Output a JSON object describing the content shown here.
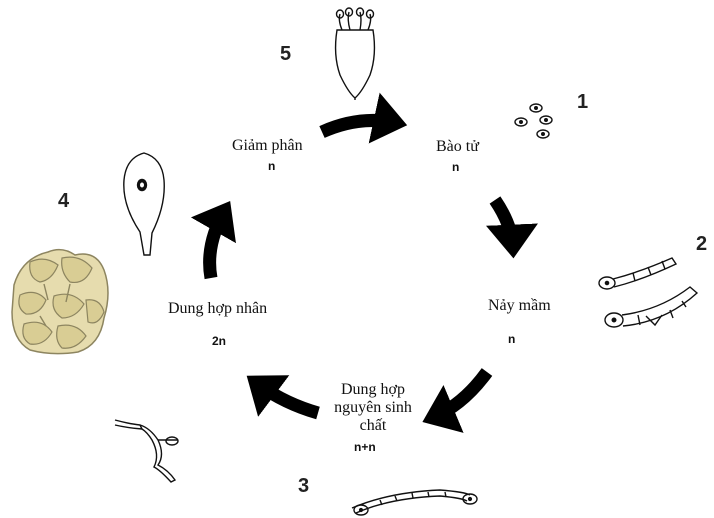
{
  "stages": [
    {
      "id": "bao-tu",
      "label": "Bào tử",
      "ploidy": "n",
      "number": "1"
    },
    {
      "id": "nay-mam",
      "label": "Nảy mầm",
      "ploidy": "n",
      "number": "2"
    },
    {
      "id": "dung-hop-nguyen-sinh-chat",
      "label_lines": [
        "Dung hợp",
        "nguyên sinh",
        "chất"
      ],
      "ploidy": "n+n",
      "number": "3"
    },
    {
      "id": "dung-hop-nhan",
      "label": "Dung hợp nhân",
      "ploidy": "2n",
      "number": "4"
    },
    {
      "id": "giam-phan",
      "label": "Giảm phân",
      "ploidy": "n",
      "number": "5"
    }
  ],
  "colors": {
    "arrow": "#000000",
    "line": "#111111",
    "mushroom_cap": "#e6dcae",
    "mushroom_shadow": "#8d8560",
    "background": "#ffffff"
  }
}
